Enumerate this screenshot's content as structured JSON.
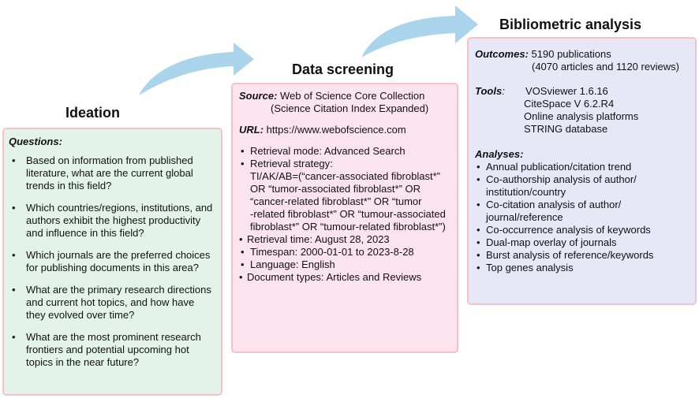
{
  "headings": {
    "ideation": "Ideation",
    "screening": "Data screening",
    "biblio": "Bibliometric analysis"
  },
  "colors": {
    "ideation_bg": "#e4f3ea",
    "screening_bg": "#fce4ef",
    "biblio_bg": "#e6e8f6",
    "border": "#f4c2c8",
    "arrow": "#a9d4ec"
  },
  "ideation": {
    "label": "Questions:",
    "questions": [
      [
        "Based on information from published",
        "literature, what are the current global",
        "trends in this field?"
      ],
      [
        "Which countries/regions, institutions, and",
        "authors exhibit the highest productivity",
        "and influence in this field?"
      ],
      [
        "Which journals are the preferred choices",
        "for publishing documents in this area?"
      ],
      [
        "What are the primary research directions",
        "and current hot topics, and how have",
        "they evolved over time?"
      ],
      [
        "What are the most prominent research",
        "frontiers and potential upcoming hot",
        "topics in the near future?"
      ]
    ]
  },
  "screening": {
    "source_label": "Source:",
    "source_value": "Web of Science Core Collection",
    "source_sub": "(Science Citation Index Expanded)",
    "url_label": "URL:",
    "url_value": "https://www.webofscience.com",
    "items": {
      "mode": "Retrieval mode: Advanced Search",
      "strategy_label": "Retrieval strategy:",
      "strategy_lines": [
        "TI/AK/AB=(“cancer-associated fibroblast*”",
        "OR “tumor-associated fibroblast*” OR",
        "“cancer-related fibroblast*” OR “tumor",
        "-related fibroblast*” OR “tumour-associated",
        "fibroblast*” OR “tumour-related fibroblast*”)"
      ],
      "time": "Retrieval time: August 28, 2023",
      "span": "Timespan: 2000-01-01 to 2023-8-28",
      "lang": "Language: English",
      "types": "Document types: Articles and Reviews"
    }
  },
  "biblio": {
    "outcomes_label": "Outcomes:",
    "outcomes_value": "5190 publications",
    "outcomes_sub": "(4070 articles and 1120 reviews)",
    "tools_label": "Tools",
    "tools_colon": ":",
    "tools": [
      "VOSviewer 1.6.16",
      "CiteSpace V 6.2.R4",
      "Online analysis platforms",
      "STRING database"
    ],
    "analyses_label": "Analyses:",
    "analyses": [
      [
        "Annual publication/citation trend"
      ],
      [
        "Co-authorship analysis of author/",
        "institution/country"
      ],
      [
        "Co-citation analysis of author/",
        "journal/reference"
      ],
      [
        "Co-occurrence analysis of keywords"
      ],
      [
        "Dual-map overlay of journals"
      ],
      [
        "Burst analysis of reference/keywords"
      ],
      [
        "Top genes analysis"
      ]
    ]
  }
}
